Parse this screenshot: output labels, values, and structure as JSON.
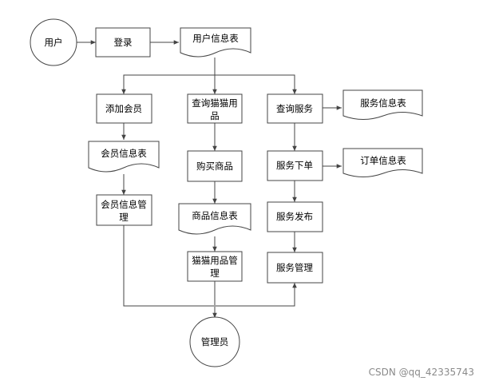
{
  "nodes": {
    "user": "用户",
    "login": "登录",
    "user_info_table": "用户信息表",
    "add_member": "添加会员",
    "member_info_table": "会员信息表",
    "member_info_mgmt_1": "会员信息管",
    "member_info_mgmt_2": "理",
    "query_cat_goods_1": "查询猫猫用",
    "query_cat_goods_2": "品",
    "buy_goods": "购买商品",
    "goods_info_table": "商品信息表",
    "cat_goods_mgmt_1": "猫猫用品管",
    "cat_goods_mgmt_2": "理",
    "query_service": "查询服务",
    "service_info_table": "服务信息表",
    "service_order": "服务下单",
    "order_info_table": "订单信息表",
    "service_publish": "服务发布",
    "service_mgmt": "服务管理",
    "admin": "管理员"
  },
  "watermark": "CSDN @qq_42335743"
}
